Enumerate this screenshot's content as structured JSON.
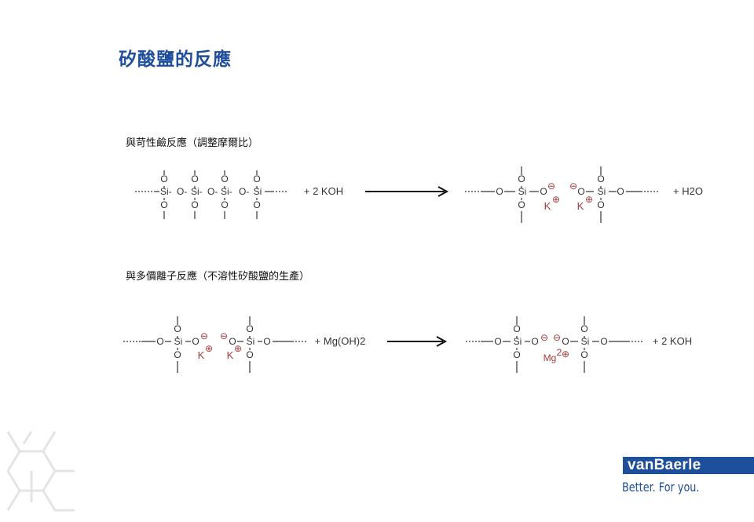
{
  "title": "矽酸鹽的反應",
  "sections": [
    {
      "heading": "與苛性鹼反應（調整摩爾比）",
      "reactant": "+  2 KOH",
      "product": "+ H2O"
    },
    {
      "heading": "與多價離子反應（不溶性矽酸鹽的生產）",
      "reactant": "+  Mg(OH)2",
      "product": "+  2 KOH"
    }
  ],
  "atoms": {
    "si": "Si",
    "o": "O",
    "k": "K",
    "mg": "Mg",
    "two": "2",
    "bond_si": "Si-",
    "bond_o": "O-"
  },
  "charges": {
    "minus": "⊖",
    "plus": "⊕"
  },
  "logo": {
    "brand": "vanBaerle",
    "tagline": "Better. For you."
  },
  "colors": {
    "title": "#1f4f9c",
    "charge": "#a33a3a",
    "brand": "#1d4f9b"
  }
}
